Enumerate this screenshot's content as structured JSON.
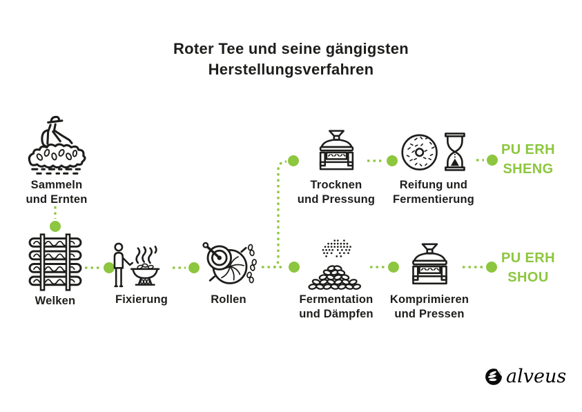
{
  "title": {
    "line1": "Roter Tee und seine gängigsten",
    "line2": "Herstellungsverfahren"
  },
  "steps": [
    {
      "id": "harvest",
      "icon": "tea-picker-icon",
      "label_line1": "Sammeln",
      "label_line2": "und Ernten"
    },
    {
      "id": "withering",
      "icon": "drying-rack-icon",
      "label_line1": "Welken",
      "label_line2": ""
    },
    {
      "id": "fixation",
      "icon": "wok-roasting-icon",
      "label_line1": "Fixierung",
      "label_line2": ""
    },
    {
      "id": "rolling",
      "icon": "rolling-machine-icon",
      "label_line1": "Rollen",
      "label_line2": ""
    },
    {
      "id": "drying",
      "icon": "tea-press-icon",
      "label_line1": "Trocknen",
      "label_line2": "und Pressung"
    },
    {
      "id": "maturing",
      "icon": "tea-cake-hourglass-icon",
      "label_line1": "Reifung und",
      "label_line2": "Fermentierung"
    },
    {
      "id": "fermenting",
      "icon": "leaf-pile-steam-icon",
      "label_line1": "Fermentation",
      "label_line2": "und Dämpfen"
    },
    {
      "id": "compressing",
      "icon": "tea-press-icon",
      "label_line1": "Komprimieren",
      "label_line2": "und Pressen"
    }
  ],
  "results": [
    {
      "id": "pu-erh-sheng",
      "line1": "PU ERH",
      "line2": "SHENG"
    },
    {
      "id": "pu-erh-shou",
      "line1": "PU ERH",
      "line2": "SHOU"
    }
  ],
  "logo": {
    "brand": "alveus",
    "icon": "alveus-leaf-circle-icon"
  },
  "colors": {
    "accent_green": "#8dc63f",
    "ink": "#1d1d1b",
    "background": "#ffffff"
  }
}
